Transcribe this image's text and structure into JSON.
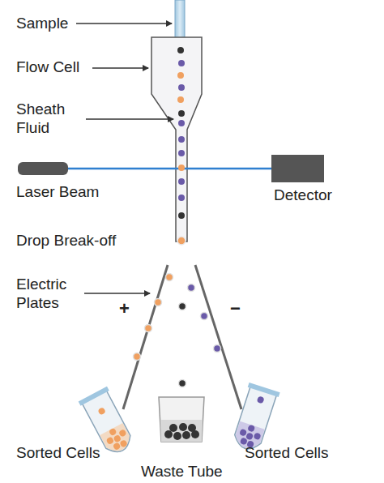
{
  "diagram": {
    "labels": [
      "Sample",
      "Flow Cell",
      "Sheath Fluid",
      "Laser Beam",
      "Detector",
      "Drop Break-off",
      "Electric Plates",
      "+",
      "−",
      "Sorted Cells",
      "Waste Tube",
      "Sorted Cells"
    ]
  }
}
